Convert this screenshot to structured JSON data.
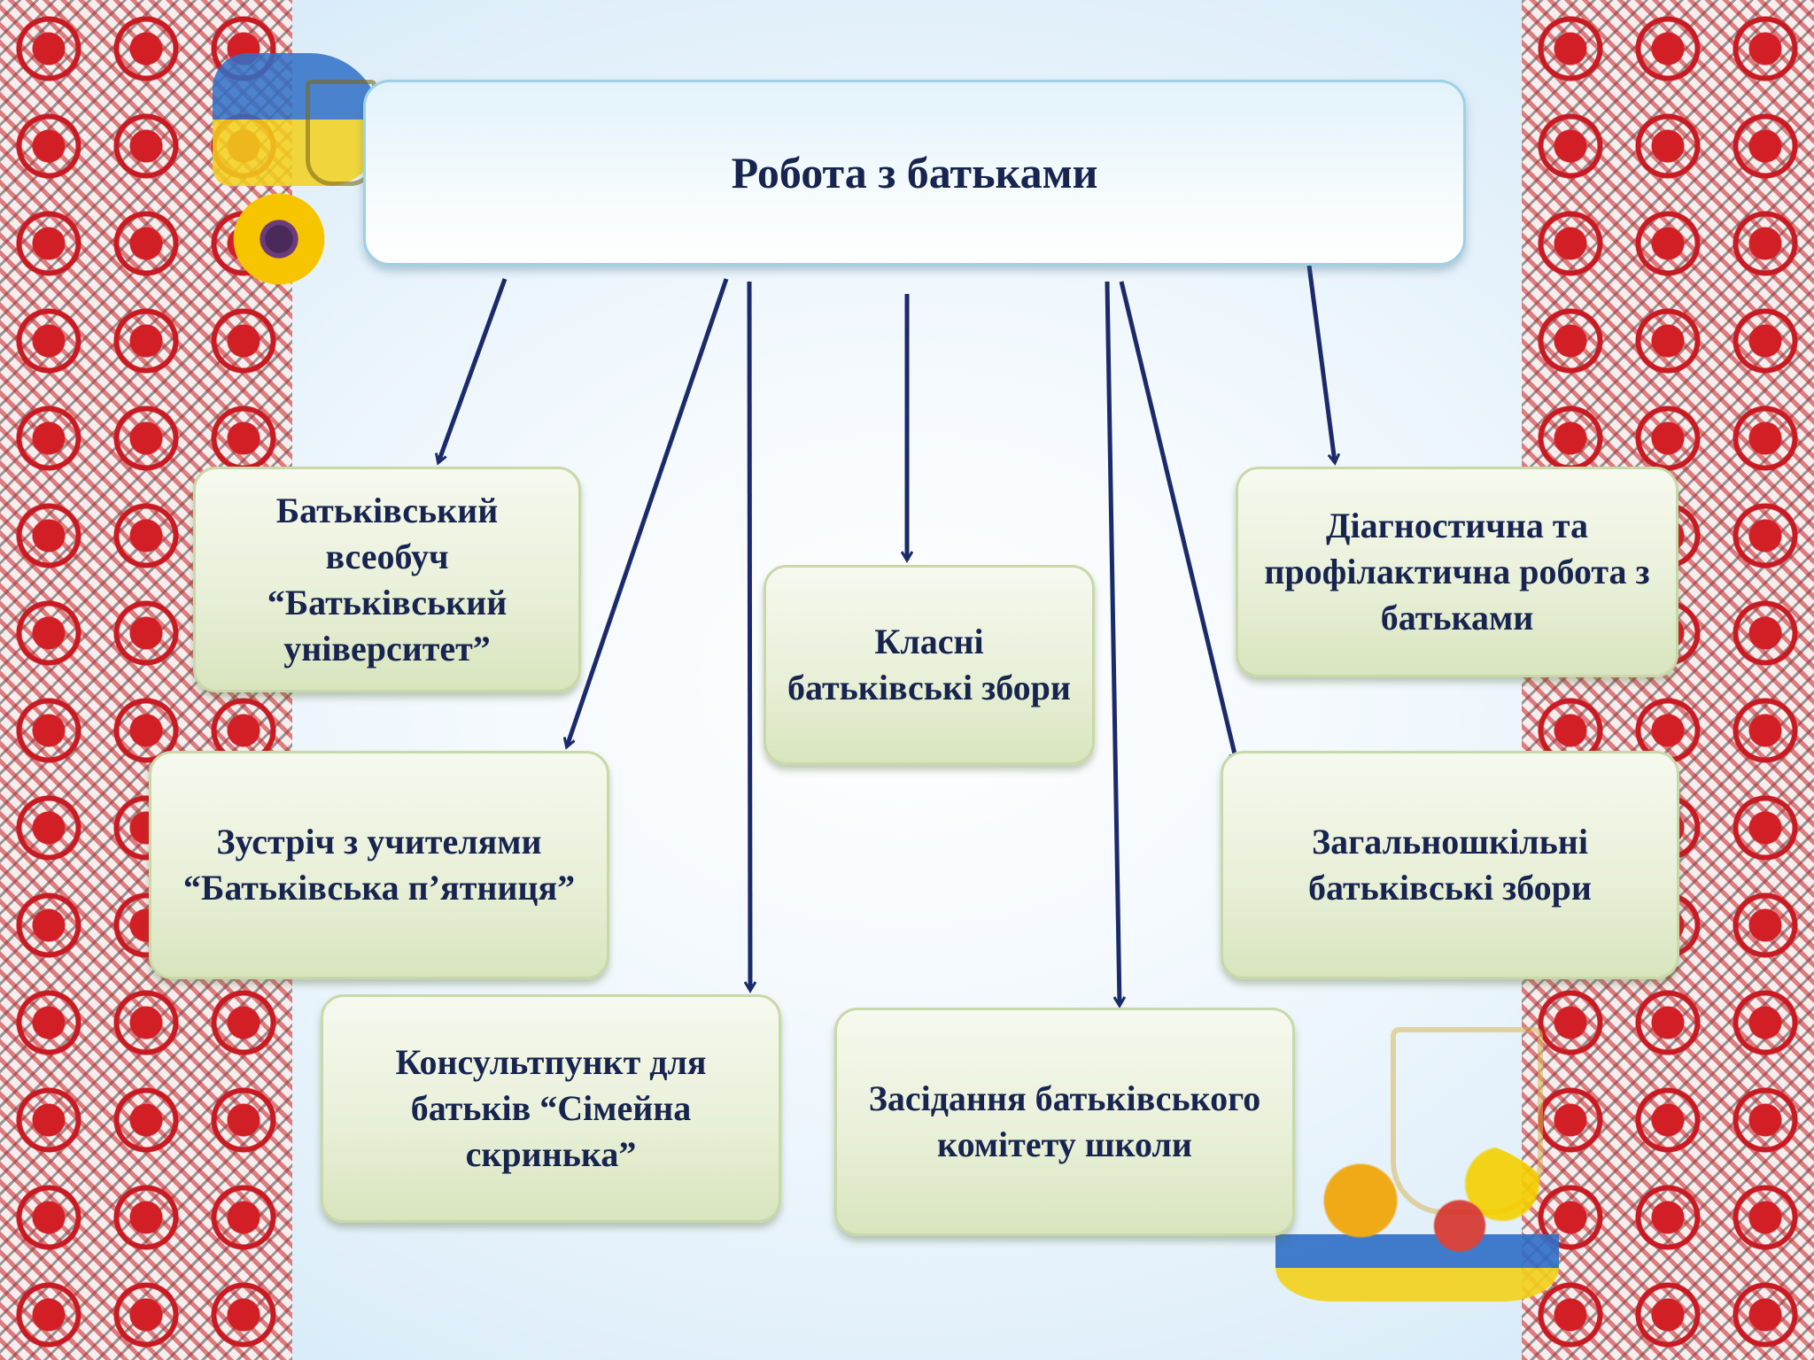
{
  "title": "Робота з батьками",
  "boxes": {
    "universal_education": "Батьківський всеобуч “Батьківський університет”",
    "diagnostic_work": "Діагностична та профілактична робота з батьками",
    "class_meetings": "Класні батьківські збори",
    "teacher_meeting": "Зустріч з учителями “Батьківська п’ятниця”",
    "school_meetings": "Загальношкільні батьківські збори",
    "consult_point": "Консультпункт для батьків “Сімейна скринька”",
    "committee_meeting": "Засідання батьківського комітету школи"
  },
  "colors": {
    "text": "#17244f",
    "arrow": "#1c2a6b",
    "box_fill": "#e9f0d9",
    "main_fill": "#e1f3fa",
    "ornament_red": "#d21f26"
  }
}
